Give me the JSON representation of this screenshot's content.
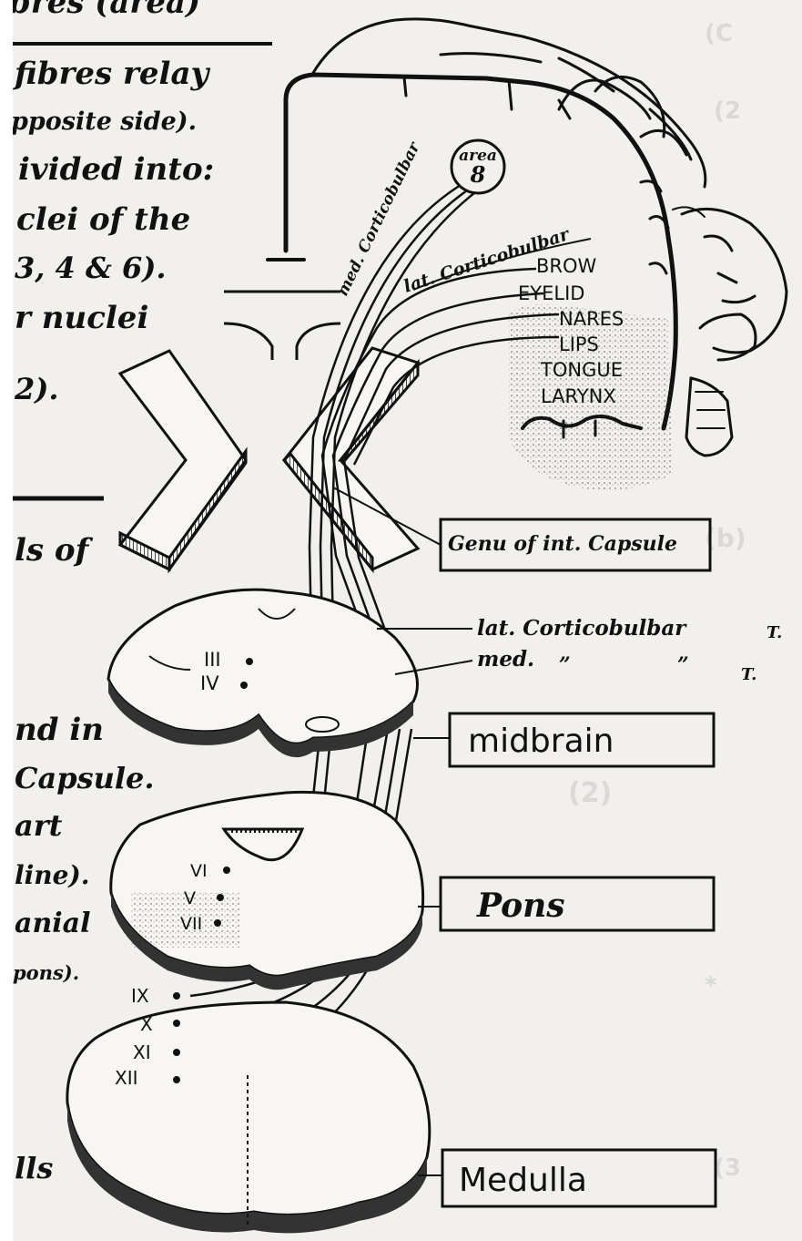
{
  "page": {
    "paper_color": "#f1f0ec",
    "ink_color": "#111111",
    "bleed_color": "#c9c7c0"
  },
  "left_text": {
    "top_cut": "bres (area)",
    "line1": "fibres relay",
    "line2": "pposite side).",
    "line3": "ivided into:",
    "line4": "clei of the",
    "line5": "3, 4 & 6).",
    "line6": "r nuclei",
    "line7": "2).",
    "line8": "ls of",
    "line9": "nd in",
    "line10": "Capsule.",
    "line11": "art",
    "line12": "line).",
    "line13": "anial",
    "line14": "pons).",
    "line15": "lls"
  },
  "cortex": {
    "area_label_top": "area",
    "area_label_num": "8",
    "med_tract": "med. Corticobulbar",
    "lat_tract": "lat. Corticobulbar"
  },
  "face_parts": [
    "BROW",
    "EYELID",
    "NARES",
    "LIPS",
    "TONGUE",
    "LARYNX"
  ],
  "nuclei": {
    "midbrain": [
      "III",
      "IV"
    ],
    "pons": [
      "VI",
      "V",
      "VII"
    ],
    "medulla": [
      "IX",
      "X",
      "XI",
      "XII"
    ]
  },
  "labels": {
    "genu": "Genu of int. Capsule",
    "lat_tract_label": "lat. Corticobulbar",
    "lat_tract_suffix": "T.",
    "med_tract_label": "med.",
    "ditto_marks": "”",
    "med_tract_suffix": "T.",
    "midbrain": "midbrain",
    "pons": "Pons",
    "medulla": "Medulla"
  }
}
